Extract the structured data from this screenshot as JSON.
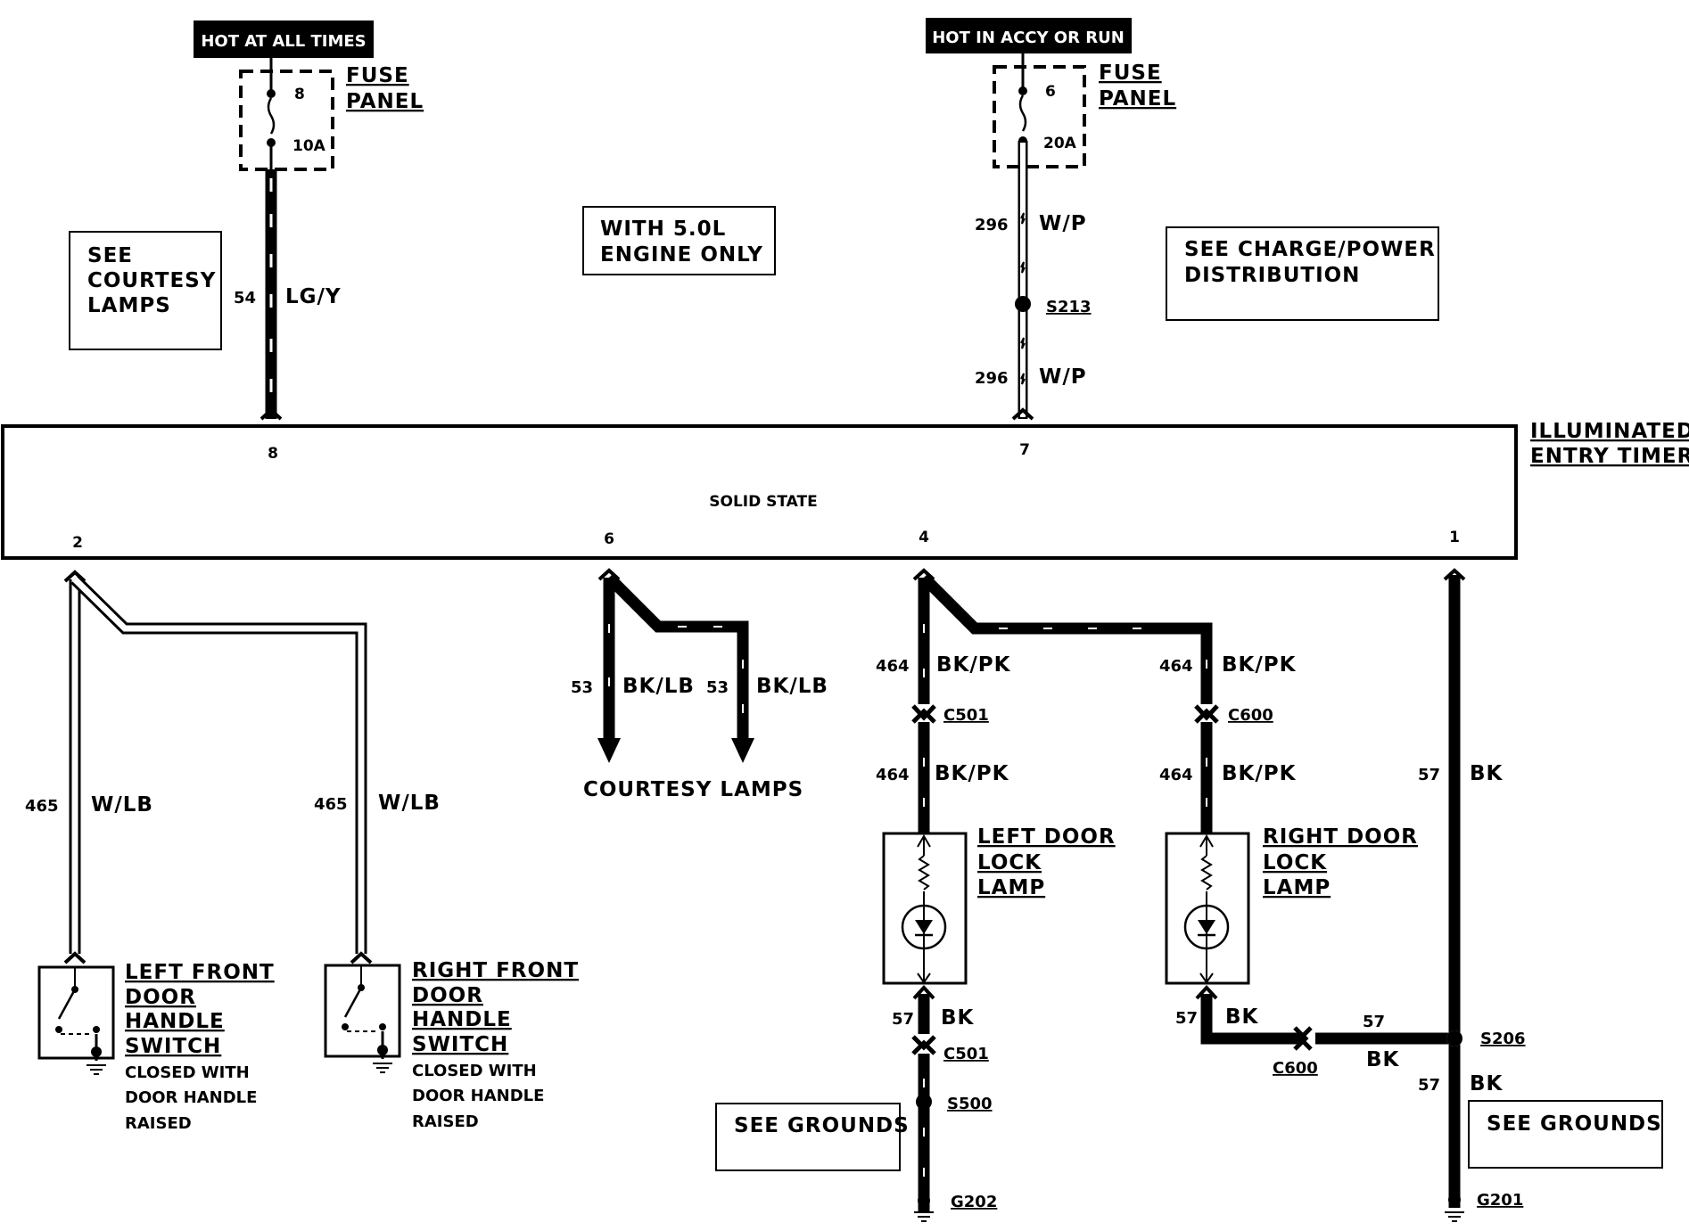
{
  "header_tags": {
    "left": "HOT AT ALL TIMES",
    "right": "HOT IN ACCY OR RUN"
  },
  "fuse_left": {
    "panel_line1": "FUSE",
    "panel_line2": "PANEL",
    "number": "8",
    "rating": "10A"
  },
  "fuse_right": {
    "panel_line1": "FUSE",
    "panel_line2": "PANEL",
    "number": "6",
    "rating": "20A"
  },
  "notes": {
    "courtesy": [
      "SEE",
      "COURTESY",
      "LAMPS"
    ],
    "engine": [
      "WITH 5.0L",
      "ENGINE ONLY"
    ],
    "charge": [
      "SEE CHARGE/POWER",
      "DISTRIBUTION"
    ],
    "grounds_left": "SEE GROUNDS",
    "grounds_right": "SEE GROUNDS"
  },
  "timer": {
    "title_line1": "ILLUMINATED",
    "title_line2": "ENTRY TIMER",
    "subtitle": "SOLID STATE",
    "pins": {
      "p8": "8",
      "p7": "7",
      "p2": "2",
      "p6": "6",
      "p4": "4",
      "p1": "1"
    }
  },
  "wires": {
    "w54": {
      "num": "54",
      "color": "LG/Y"
    },
    "w296a": {
      "num": "296",
      "color": "W/P"
    },
    "w296b": {
      "num": "296",
      "color": "W/P"
    },
    "w465a": {
      "num": "465",
      "color": "W/LB"
    },
    "w465b": {
      "num": "465",
      "color": "W/LB"
    },
    "w53a": {
      "num": "53",
      "color": "BK/LB"
    },
    "w53b": {
      "num": "53",
      "color": "BK/LB"
    },
    "w464a": {
      "num": "464",
      "color": "BK/PK"
    },
    "w464b": {
      "num": "464",
      "color": "BK/PK"
    },
    "w464c": {
      "num": "464",
      "color": "BK/PK"
    },
    "w464d": {
      "num": "464",
      "color": "BK/PK"
    },
    "w57a": {
      "num": "57",
      "color": "BK"
    },
    "w57b": {
      "num": "57",
      "color": "BK"
    },
    "w57c": {
      "num": "57",
      "color": "BK"
    },
    "w57d": {
      "num": "57",
      "color": "BK"
    },
    "w57e": {
      "num": "57",
      "color": "BK"
    }
  },
  "splices": {
    "s213": "S213",
    "s206": "S206",
    "s500": "S500"
  },
  "connectors": {
    "c501a": "C501",
    "c600a": "C600",
    "c501b": "C501",
    "c600b": "C600"
  },
  "grounds": {
    "g202": "G202",
    "g201": "G201"
  },
  "courtesy_lamps_label": "COURTESY LAMPS",
  "switches": {
    "left": {
      "lines": [
        "LEFT FRONT",
        "DOOR",
        "HANDLE",
        "SWITCH"
      ],
      "note": [
        "CLOSED WITH",
        "DOOR HANDLE",
        "RAISED"
      ]
    },
    "right": {
      "lines": [
        "RIGHT FRONT",
        "DOOR",
        "HANDLE",
        "SWITCH"
      ],
      "note": [
        "CLOSED WITH",
        "DOOR HANDLE",
        "RAISED"
      ]
    }
  },
  "lamps": {
    "left": [
      "LEFT DOOR",
      "LOCK",
      "LAMP"
    ],
    "right": [
      "RIGHT DOOR",
      "LOCK",
      "LAMP"
    ]
  }
}
